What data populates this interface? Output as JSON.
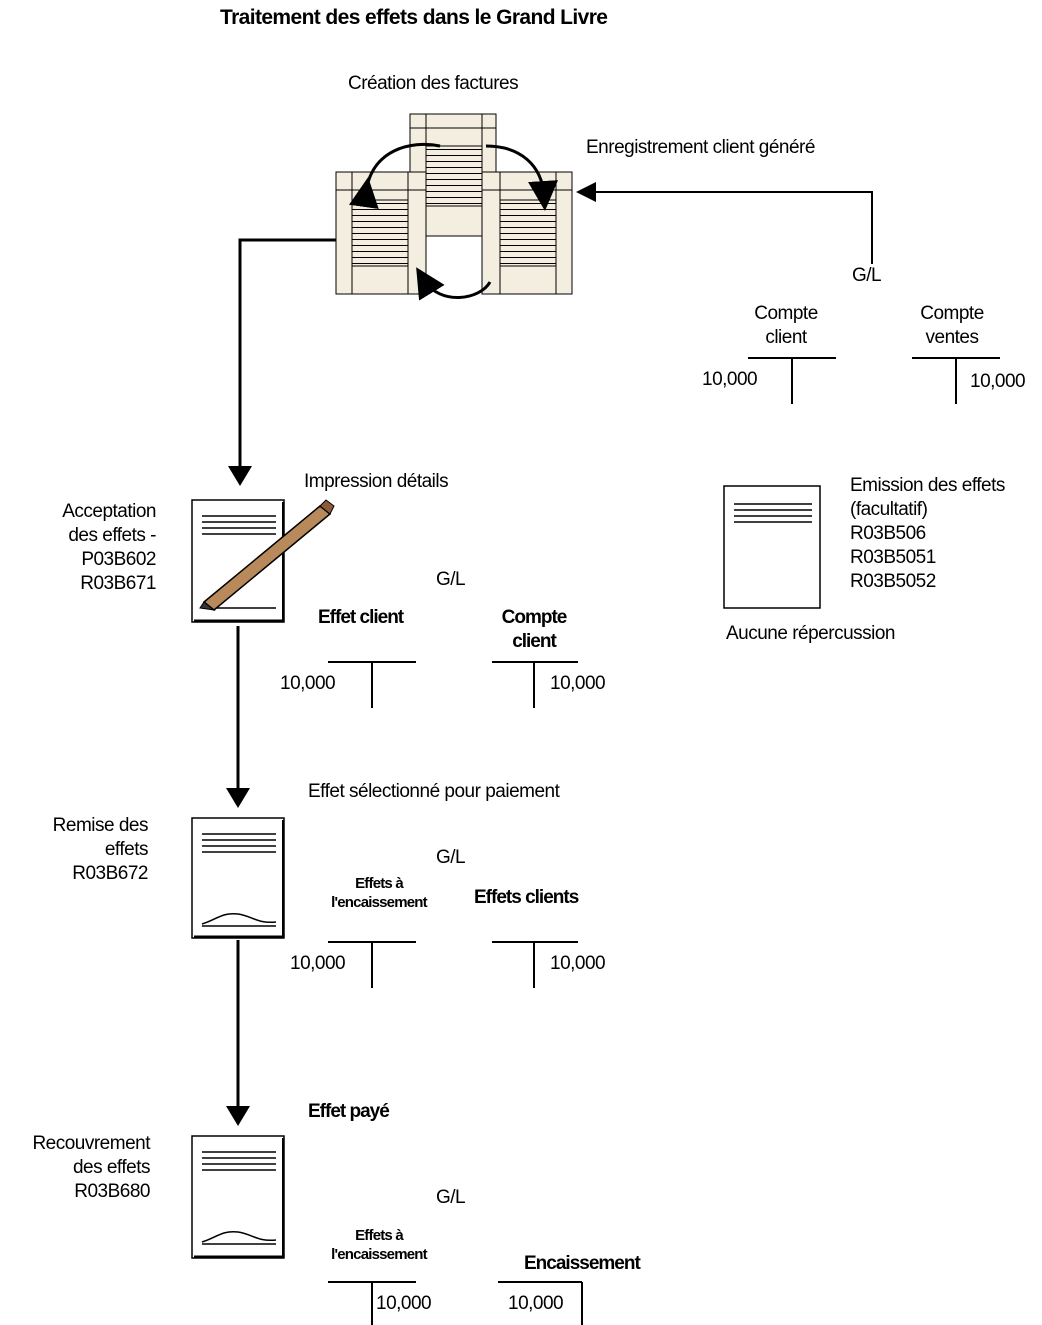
{
  "title": "Traitement des effets dans le Grand Livre",
  "invoice_creation": {
    "label": "Création des factures",
    "customer_record": "Enregistrement client généré",
    "gl": "G/L",
    "account_left": [
      "Compte",
      "client"
    ],
    "account_right": [
      "Compte",
      "ventes"
    ],
    "debit": "10,000",
    "credit": "10,000"
  },
  "acceptance": {
    "step_label": [
      "Acceptation",
      "des effets -",
      "P03B602",
      "R03B671"
    ],
    "print_label": "Impression détails",
    "gl": "G/L",
    "account_left": "Effet client",
    "account_right": [
      "Compte",
      "client"
    ],
    "debit": "10,000",
    "credit": "10,000"
  },
  "issuance": {
    "label": [
      "Emission des effets",
      "(facultatif)",
      "R03B506",
      "R03B5051",
      "R03B5052"
    ],
    "note": "Aucune répercussion"
  },
  "remittance": {
    "step_label": [
      "Remise des",
      "effets",
      "R03B672"
    ],
    "caption": "Effet sélectionné pour paiement",
    "gl": "G/L",
    "account_left": [
      "Effets à",
      "l'encaissement"
    ],
    "account_right": "Effets clients",
    "debit": "10,000",
    "credit": "10,000"
  },
  "collection": {
    "step_label": [
      "Recouvrement",
      "des effets",
      "R03B680"
    ],
    "caption": "Effet payé",
    "gl": "G/L",
    "account_left": [
      "Effets à",
      "l'encaissement"
    ],
    "account_right": "Encaissement",
    "credit": "10,000",
    "debit": "10,000"
  }
}
